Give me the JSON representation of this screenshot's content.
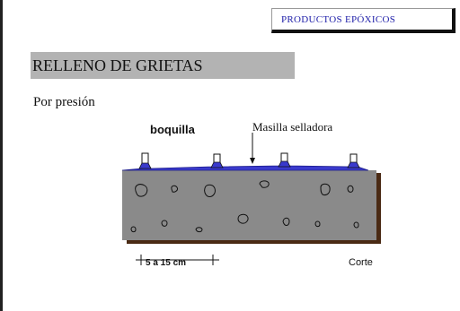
{
  "header": {
    "category": "PRODUCTOS  EPÓXICOS"
  },
  "title": "RELLENO DE GRIETAS",
  "subtitle": "Por presión",
  "diagram": {
    "label_nozzle": "boquilla",
    "label_sealant": "Masilla selladora",
    "label_spacing": "5 a 15 cm",
    "label_section": "Corte"
  },
  "colors": {
    "concrete": "#8a8a8a",
    "shadow": "#4a2a14",
    "sealant": "#3a3acc",
    "title_bar": "#b3b3b3",
    "header_text": "#2222aa"
  }
}
